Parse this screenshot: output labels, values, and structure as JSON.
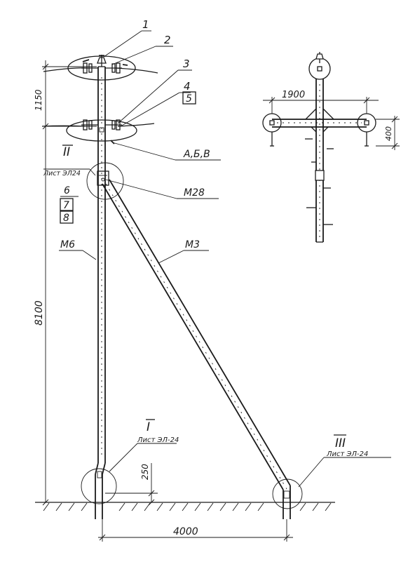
{
  "callouts": {
    "c1": "1",
    "c2": "2",
    "c3": "3",
    "c4": "4",
    "c5": "5",
    "c6": "6",
    "c7": "7",
    "c8": "8",
    "abv": "А,Б,В",
    "m28": "М28",
    "m6": "М6",
    "m3": "М3"
  },
  "views": {
    "v2": {
      "numeral": "II",
      "sheet": "Лист ЭЛ24"
    },
    "v1": {
      "numeral": "I",
      "sheet": "Лист ЭЛ-24"
    },
    "v3": {
      "numeral": "III",
      "sheet": "Лист ЭЛ-24"
    }
  },
  "dimensions": {
    "top_height": "1150",
    "main_height": "8100",
    "base_offset": "250",
    "strut_span": "4000",
    "crossarm_width": "1900",
    "crossarm_drop": "400"
  }
}
